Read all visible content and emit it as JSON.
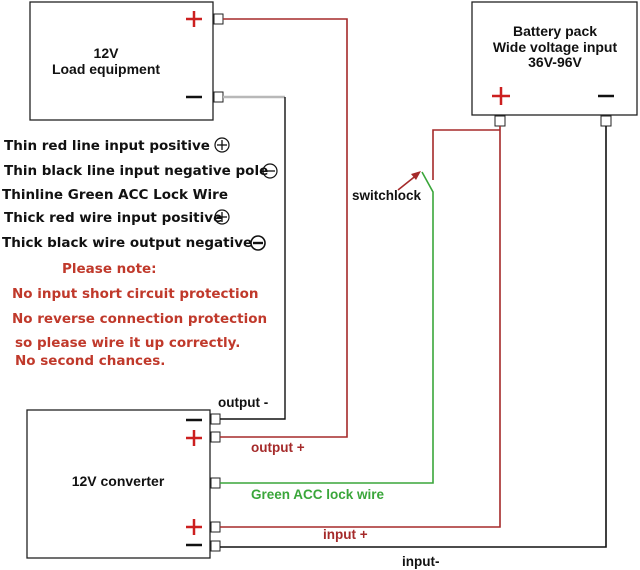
{
  "colors": {
    "red_wire": "#a52a2a",
    "plus_sign": "#cc1f1f",
    "green_wire": "#3aa63a",
    "black_wire": "#111111",
    "note_text": "#c0392b",
    "grey_wire": "#b8b8b8"
  },
  "load_box": {
    "line1": "12V",
    "line2": "Load equipment",
    "plus": "+",
    "minus": "—"
  },
  "battery_box": {
    "line1": "Battery pack",
    "line2": "Wide voltage input",
    "line3": "36V-96V",
    "plus": "+",
    "minus": "—"
  },
  "converter_box": {
    "label": "12V converter",
    "minus_top": "—",
    "plus_top": "+",
    "plus_bottom": "+",
    "minus_bottom": "—"
  },
  "legend": [
    {
      "text": "Thin red line input positive",
      "icon": "circle-plus-icon"
    },
    {
      "text": "Thin black line input negative pole",
      "icon": "circle-minus-icon"
    },
    {
      "text": "Thinline Green ACC Lock Wire",
      "icon": null
    },
    {
      "text": "Thick red wire input positive",
      "icon": "circle-plus-icon"
    },
    {
      "text": "Thick black wire output negative",
      "icon": "circle-minus-filled-icon"
    }
  ],
  "note": {
    "title": "Please note:",
    "lines": [
      "No input short circuit protection",
      "No reverse connection protection",
      "so please wire it up correctly.",
      "No second chances."
    ]
  },
  "wire_labels": {
    "output_minus": "output -",
    "output_plus": "output +",
    "green_acc": "Green ACC lock wire",
    "input_plus": "input +",
    "input_minus": "input-",
    "switchlock": "switchlock"
  }
}
